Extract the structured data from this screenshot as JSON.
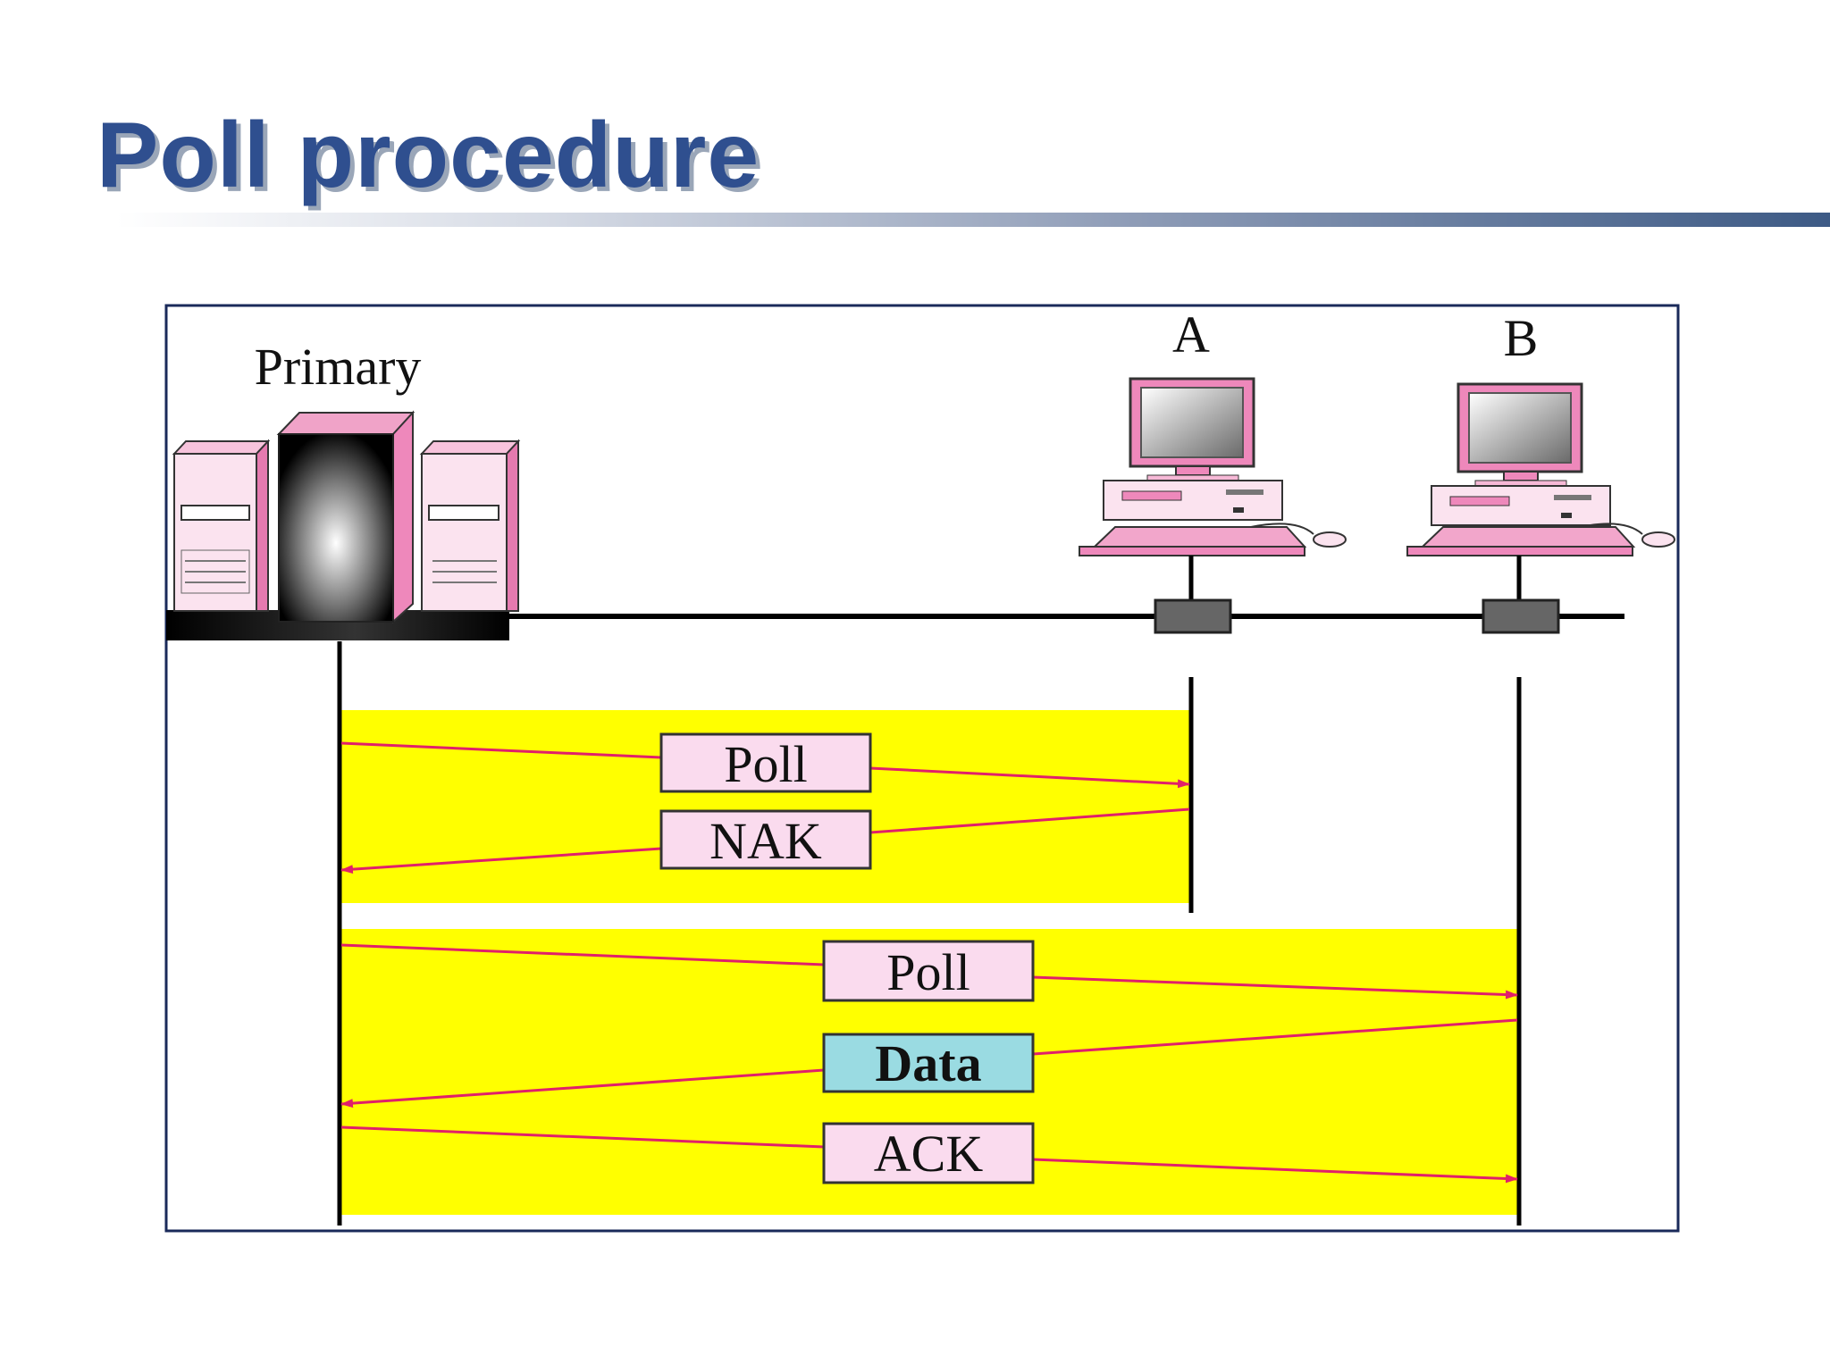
{
  "title": "Poll procedure",
  "stations": {
    "primary": "Primary",
    "a": "A",
    "b": "B"
  },
  "messages": [
    {
      "label": "Poll",
      "from": "primary",
      "to": "A"
    },
    {
      "label": "NAK",
      "from": "A",
      "to": "primary"
    },
    {
      "label": "Poll",
      "from": "primary",
      "to": "B"
    },
    {
      "label": "Data",
      "from": "B",
      "to": "primary"
    },
    {
      "label": "ACK",
      "from": "primary",
      "to": "B"
    }
  ],
  "colors": {
    "title": "#2f4f8f",
    "highlight": "#ffff00",
    "arrow": "#e0206a",
    "control_box": "#fadbee",
    "data_box": "#9adbe2",
    "computer_pink": "#ee88bb"
  }
}
